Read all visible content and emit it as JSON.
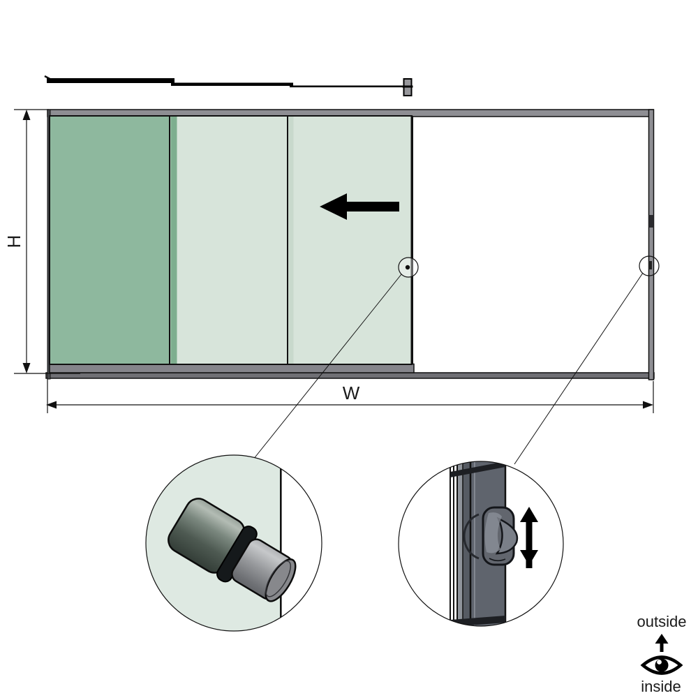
{
  "drawing": {
    "type": "sliding-glass-panel-system-elevation",
    "views": {
      "plan_view": "stacked panel tracks (top view)",
      "elevation_view": "3 glass panels sliding left into stack, open bay at right",
      "detail_left": "cylindrical pull knob on glass leading edge",
      "detail_right": "frame profile with sliding latch lever, moves up/down"
    }
  },
  "labels": {
    "height": "H",
    "width": "W",
    "outside": "outside",
    "inside": "inside"
  },
  "panels": {
    "count": 3,
    "slide_direction": "left"
  },
  "icons": {
    "slide_direction": "left-arrow-icon",
    "latch_motion": "up-down-arrow-icon",
    "view_direction": "up-arrow-icon",
    "viewer": "eye-icon"
  },
  "colors": {
    "panel_stacked_dark_green": "#8eb89e",
    "panel_glass_light_green": "#d7e4da",
    "panel_edge_strip": "#7eae8f",
    "top_rail_gray": "#8e8e93",
    "bottom_rail_gray": "#85858b",
    "sill_gray": "#6f6f74",
    "detail_glass_green": "#dee9e2",
    "profile_slate": "#5f646d",
    "line_black": "#111111"
  }
}
